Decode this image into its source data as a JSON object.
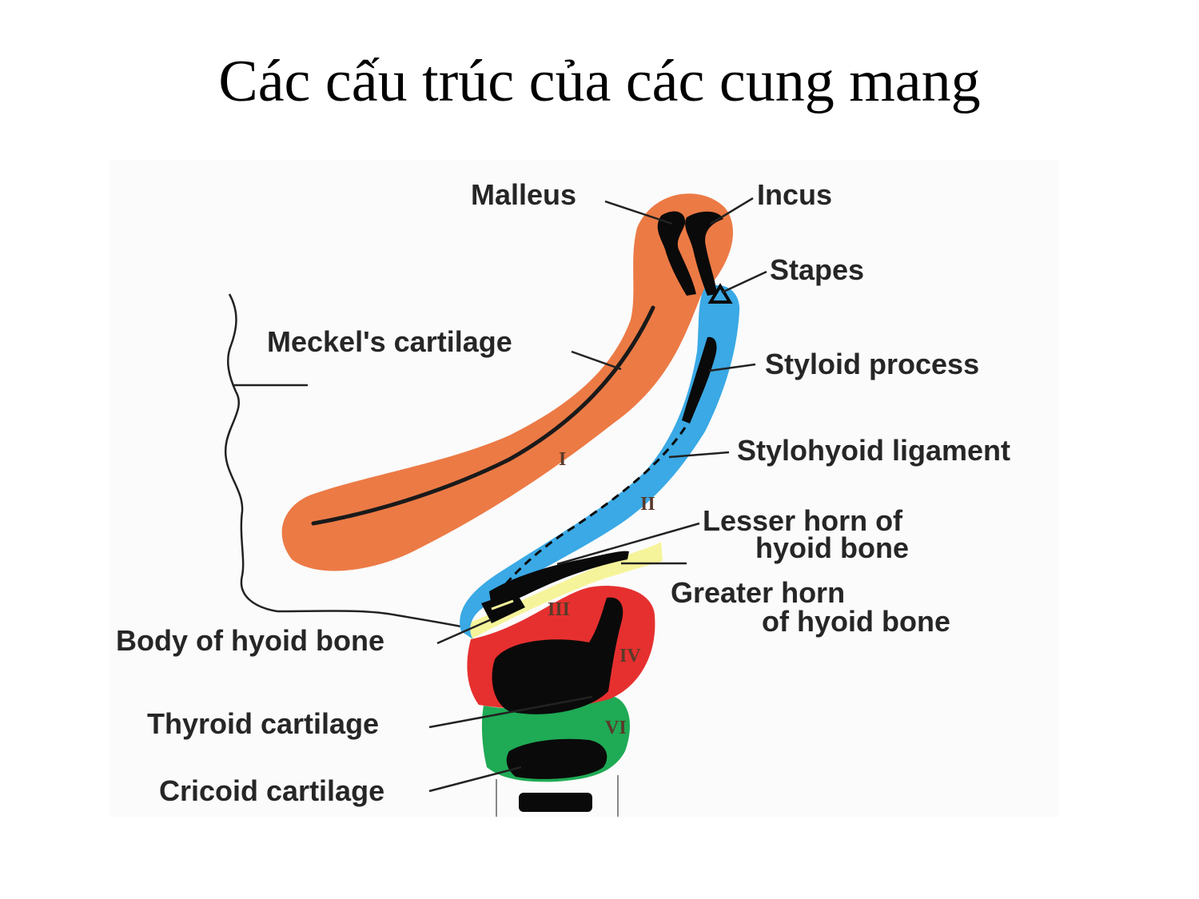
{
  "title": "Các cấu trúc của các cung mang",
  "labels": {
    "malleus": "Malleus",
    "incus": "Incus",
    "stapes": "Stapes",
    "meckel": "Meckel's cartilage",
    "styloid_process": "Styloid process",
    "stylohyoid_ligament": "Stylohyoid ligament",
    "lesser_horn_line1": "Lesser horn of",
    "lesser_horn_line2": "hyoid bone",
    "greater_horn_line1": "Greater horn",
    "greater_horn_line2": "of hyoid bone",
    "body_hyoid": "Body of hyoid bone",
    "thyroid": "Thyroid cartilage",
    "cricoid": "Cricoid cartilage"
  },
  "arch_numerals": [
    "I",
    "II",
    "III",
    "IV",
    "VI"
  ],
  "colors": {
    "arch1": "#ec7a45",
    "arch2": "#3aa9e5",
    "arch3": "#f6f49a",
    "arch4": "#e6302f",
    "arch6": "#1faa55",
    "cartilage": "#000000"
  }
}
